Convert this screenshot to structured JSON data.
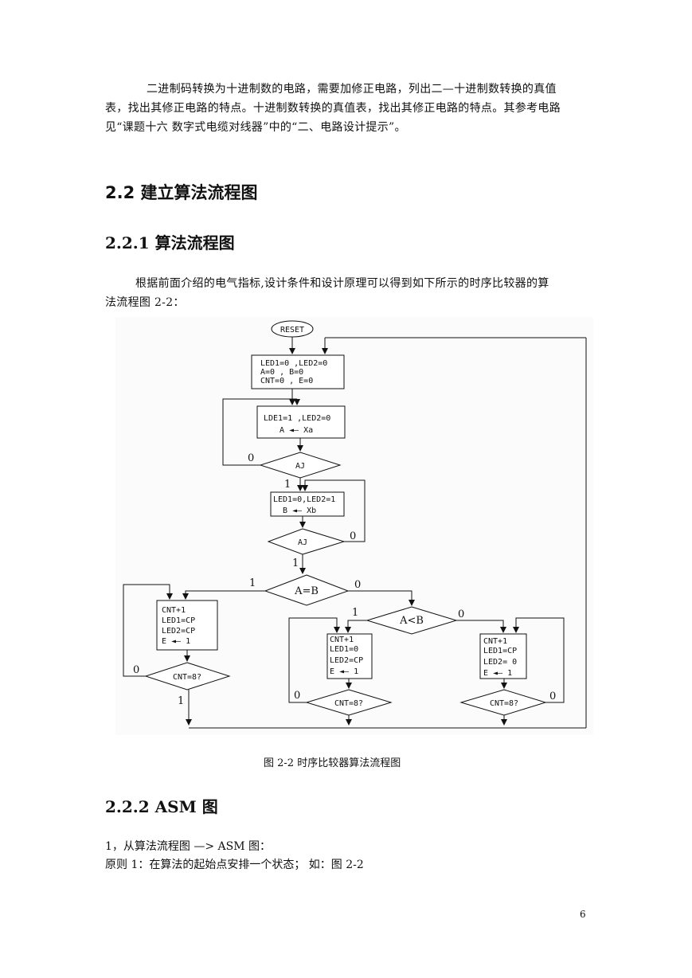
{
  "intro_paragraph": {
    "line1": "二进制码转换为十进制数的电路，需要加修正电路，列出二—十进制数转换的真值",
    "line2": "表，找出其修正电路的特点。十进制数转换的真值表，找出其修正电路的特点。其参考电路",
    "line3": "见“课题十六  数字式电缆对线器”中的“二、电路设计提示”。"
  },
  "section_heading": "2.2  建立算法流程图",
  "subsection_heading": "2.2.1  算法流程图",
  "flow_paragraph": {
    "line1": "根据前面介绍的电气指标,设计条件和设计原理可以得到如下所示的时序比较器的算",
    "line2": "法流程图 2-2："
  },
  "flowchart": {
    "start": "RESET",
    "init_box": [
      "LED1=0 ,LED2=0",
      "A=0    , B=0",
      "CNT=0   , E=0"
    ],
    "load_a_box": [
      "LDE1=1 ,LED2=0",
      "A  ◄—  Xa"
    ],
    "decision_aj1": "AJ",
    "load_b_box": [
      "LED1=0,LED2=1",
      "B  ◄—  Xb"
    ],
    "decision_aj2": "AJ",
    "decision_eq": "A=B",
    "decision_lt": "A<B",
    "box_eq": [
      "CNT+1",
      "LED1=CP",
      "LED2=CP",
      "E  ◄—  1"
    ],
    "box_lt": [
      "CNT+1",
      "LED1=0",
      "LED2=CP",
      "E  ◄—  1"
    ],
    "box_gt": [
      "CNT+1",
      "LED1=CP",
      "LED2= 0",
      "E  ◄—  1"
    ],
    "decision_cnt_left": "CNT=8?",
    "decision_cnt_mid": "CNT=8?",
    "decision_cnt_right": "CNT=8?",
    "branch_labels": {
      "zero": "0",
      "one": "1"
    }
  },
  "figure_caption": "图 2-2   时序比较器算法流程图",
  "asm_heading": "2.2.2 ASM 图",
  "asm_line1": "1，从算法流程图 —> ASM 图：",
  "asm_line2": "原则 1：在算法的起始点安排一个状态；  如：图 2-2",
  "page_number": "6"
}
